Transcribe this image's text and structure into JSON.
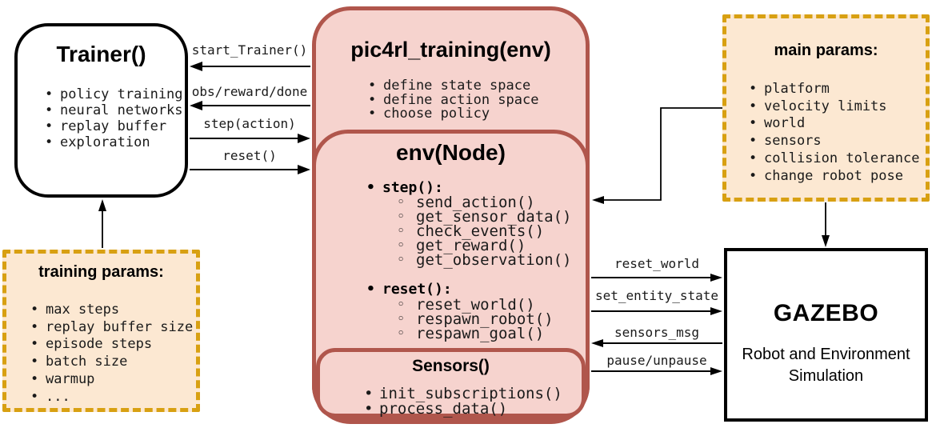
{
  "trainer": {
    "title": "Trainer()",
    "items": [
      "policy training",
      "neural networks",
      "replay buffer",
      "exploration"
    ]
  },
  "pic4rl": {
    "title": "pic4rl_training(env)",
    "items": [
      "define state space",
      "define action space",
      "choose policy"
    ]
  },
  "env_node": {
    "title": "env(Node)",
    "step": {
      "label": "step():",
      "items": [
        "send_action()",
        "get_sensor_data()",
        "check_events()",
        "get_reward()",
        "get_observation()"
      ]
    },
    "reset": {
      "label": "reset():",
      "items": [
        "reset_world()",
        "respawn_robot()",
        "respawn_goal()"
      ]
    }
  },
  "sensors": {
    "title": "Sensors()",
    "items": [
      "init_subscriptions()",
      "process_data()"
    ]
  },
  "main_params": {
    "title": "main params:",
    "items": [
      "platform",
      "velocity limits",
      "world",
      "sensors",
      "collision tolerance",
      "change robot pose"
    ]
  },
  "training_params": {
    "title": "training params:",
    "items": [
      "max steps",
      "replay buffer size",
      "episode steps",
      "batch size",
      "warmup",
      "..."
    ]
  },
  "gazebo": {
    "title": "GAZEBO",
    "subtitle": "Robot and Environment Simulation"
  },
  "messages": {
    "trainer_pic4rl": [
      {
        "label": "start_Trainer()",
        "direction": "to-trainer"
      },
      {
        "label": "obs/reward/done",
        "direction": "to-trainer"
      },
      {
        "label": "step(action)",
        "direction": "to-env"
      },
      {
        "label": "reset()",
        "direction": "to-env"
      }
    ],
    "env_gazebo": [
      {
        "label": "reset_world",
        "direction": "to-gazebo"
      },
      {
        "label": "set_entity_state",
        "direction": "to-gazebo"
      },
      {
        "label": "sensors_msg",
        "direction": "to-env"
      },
      {
        "label": "pause/unpause",
        "direction": "to-gazebo"
      }
    ]
  },
  "colors": {
    "pink_fill": "#f6d3ce",
    "pink_border": "#b0564c",
    "peach_fill": "#fce8d2",
    "gold_border": "#d8a012",
    "line": "#000000"
  }
}
